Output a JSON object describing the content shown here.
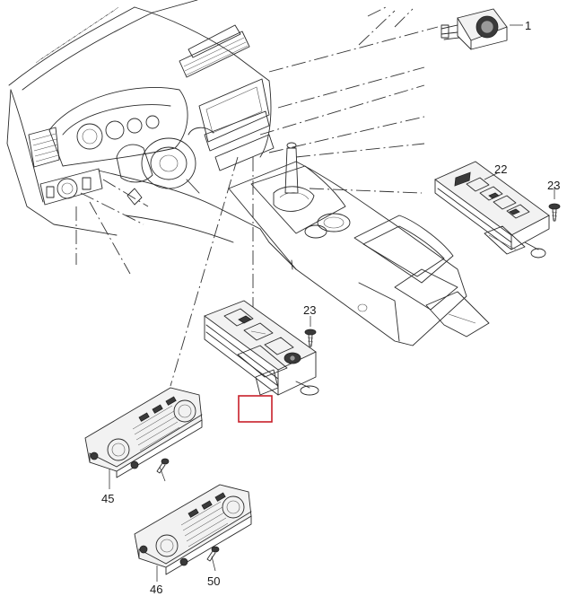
{
  "callouts": [
    {
      "id": "1",
      "text": "1"
    },
    {
      "id": "22",
      "text": "22"
    },
    {
      "id": "23a",
      "text": "23"
    },
    {
      "id": "23b",
      "text": "23"
    },
    {
      "id": "45",
      "text": "45"
    },
    {
      "id": "46",
      "text": "46"
    },
    {
      "id": "50",
      "text": "50"
    }
  ],
  "colors": {
    "line": "#2a2a2a",
    "highlight_box": "#c8202a",
    "background": "#ffffff"
  }
}
